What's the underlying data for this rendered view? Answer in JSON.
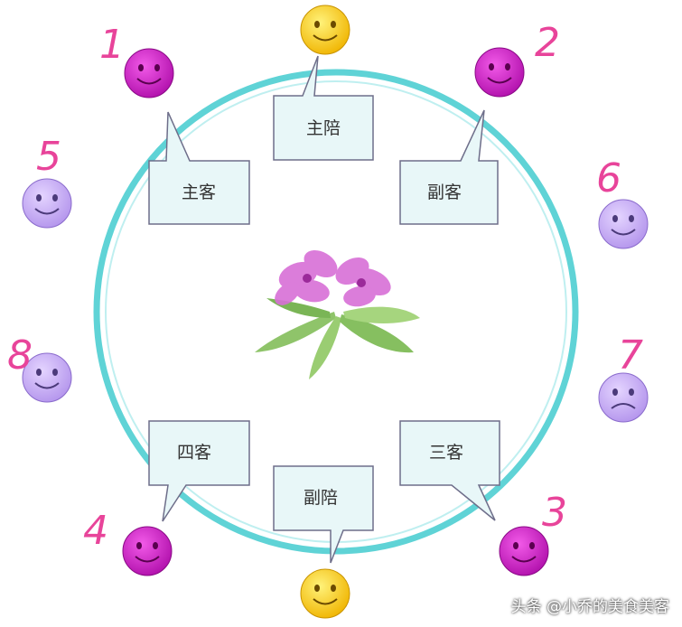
{
  "roles": {
    "host_main": "主陪",
    "host_deputy": "副陪",
    "guest_main": "主客",
    "guest_deputy": "副客",
    "guest_third": "三客",
    "guest_fourth": "四客"
  },
  "seat_numbers": {
    "n1": "1",
    "n2": "2",
    "n3": "3",
    "n4": "4",
    "n5": "5",
    "n6": "6",
    "n7": "7",
    "n8": "8"
  },
  "watermark": "头条 @小乔的美食美客",
  "colors": {
    "table_ring": "#5fd3d6",
    "host_face": "#ffd21c",
    "guest_face": "#cc1fc4",
    "other_face": "#c7a9f0",
    "callout_fill": "#e8f7f8",
    "number_ink": "#e8449a"
  }
}
